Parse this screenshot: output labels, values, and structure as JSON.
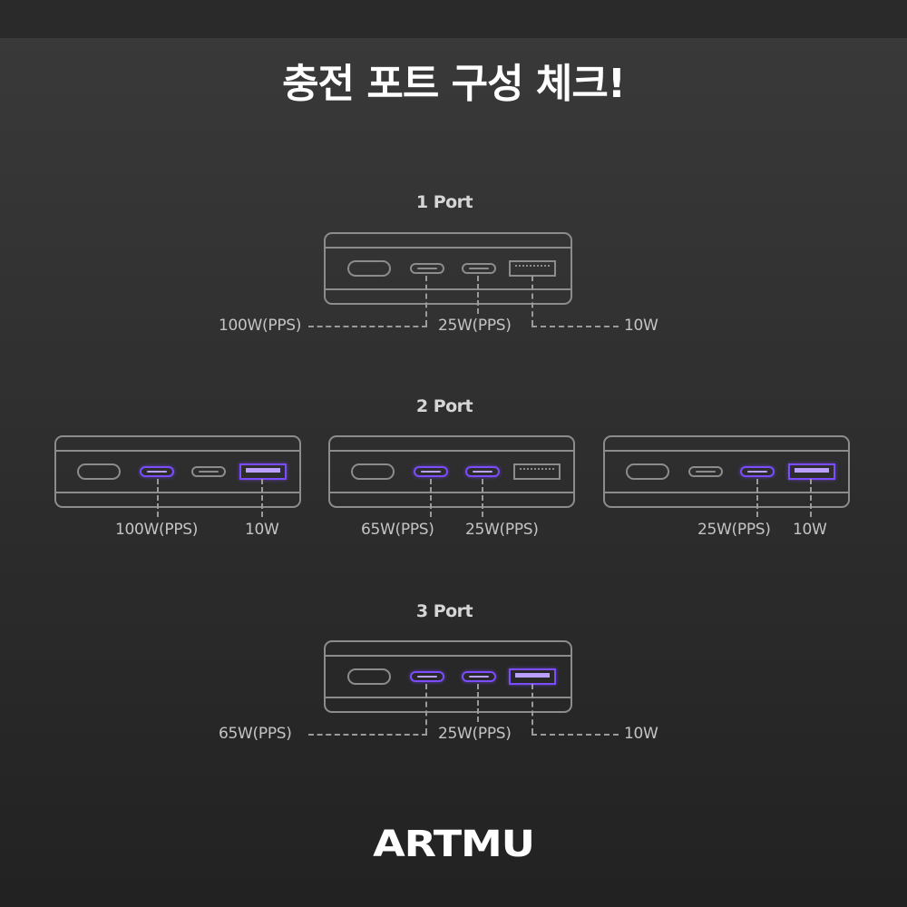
{
  "title": "충전 포트 구성 체크!",
  "colors": {
    "active": "#7b4dff",
    "outline": "#8c8c8c"
  },
  "sections": [
    {
      "label": "1 Port",
      "devices": [
        {
          "active_ports": [],
          "labels": [
            "100W(PPS)",
            "25W(PPS)",
            "10W"
          ]
        }
      ]
    },
    {
      "label": "2 Port",
      "devices": [
        {
          "active_ports": [
            "usb-c-1",
            "usb-a"
          ],
          "labels": [
            "100W(PPS)",
            "10W"
          ]
        },
        {
          "active_ports": [
            "usb-c-1",
            "usb-c-2"
          ],
          "labels": [
            "65W(PPS)",
            "25W(PPS)"
          ]
        },
        {
          "active_ports": [
            "usb-c-2",
            "usb-a"
          ],
          "labels": [
            "25W(PPS)",
            "10W"
          ]
        }
      ]
    },
    {
      "label": "3 Port",
      "devices": [
        {
          "active_ports": [
            "usb-c-1",
            "usb-c-2",
            "usb-a"
          ],
          "labels": [
            "65W(PPS)",
            "25W(PPS)",
            "10W"
          ]
        }
      ]
    }
  ],
  "logo": "ARTMU"
}
